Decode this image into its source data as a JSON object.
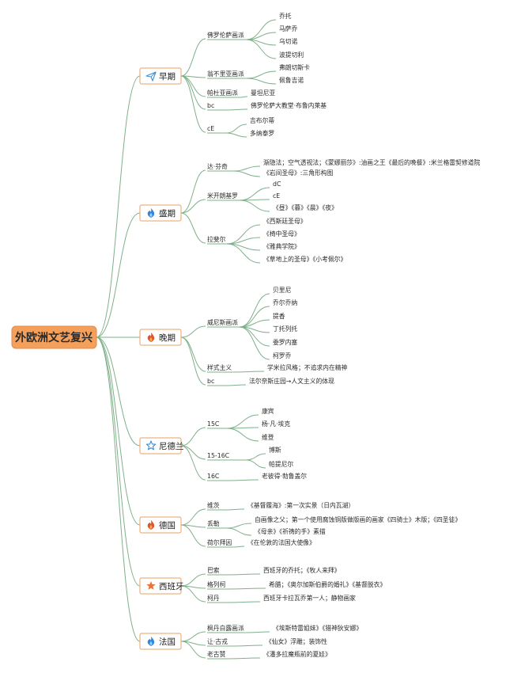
{
  "title": "外欧洲文艺复兴",
  "colors": {
    "root": "#f5a05a",
    "line": "#7fb08a",
    "accent": "#e8a066"
  },
  "categories": [
    {
      "label": "早期",
      "icon": "paper-plane-icon",
      "children": [
        {
          "label": "佛罗伦萨画派",
          "children": [
            "乔托",
            "马萨乔",
            "乌切诺",
            "波提切利"
          ]
        },
        {
          "label": "翁不里亚画派",
          "children": [
            "弗朗切斯卡",
            "佩鲁吉诺"
          ]
        },
        {
          "label": "帕杜亚画派",
          "children": [
            "曼坦尼亚"
          ]
        },
        {
          "label": "bc",
          "children": [
            "佛罗伦萨大教堂·布鲁内莱基"
          ]
        },
        {
          "label": "cE",
          "children": [
            "吉布尔蒂",
            "多纳泰罗"
          ]
        }
      ]
    },
    {
      "label": "盛期",
      "icon": "flame-icon",
      "children": [
        {
          "label": "达·芬奇",
          "children": [
            "渐隐法；空气透视法；《蒙娜丽莎》:油画之王《最后的晚餐》:米兰格雷契修道院",
            "《岩间圣母》:三角形构图"
          ]
        },
        {
          "label": "米开朗基罗",
          "children": [
            "dC",
            "cE",
            "《昼》《暮》《晨》《夜》"
          ]
        },
        {
          "label": "拉斐尔",
          "children": [
            "《西斯廷圣母》",
            "《椅中圣母》",
            "《雅典学院》",
            "《草地上的圣母》《小考佩尔》"
          ]
        }
      ]
    },
    {
      "label": "晚期",
      "icon": "fire-icon",
      "children": [
        {
          "label": "威尼斯画派",
          "children": [
            "贝里尼",
            "乔尔乔纳",
            "提香",
            "丁托列托",
            "委罗内塞",
            "柯罗乔"
          ]
        },
        {
          "label": "样式主义",
          "children": [
            "学米拉风格；不追求内在精神"
          ]
        },
        {
          "label": "bc",
          "children": [
            "法尔奈斯庄园→人文主义的体现"
          ]
        }
      ]
    },
    {
      "label": "尼德兰",
      "icon": "star-outline-icon",
      "children": [
        {
          "label": "15C",
          "children": [
            "康宾",
            "杨·凡·埃克",
            "维登"
          ]
        },
        {
          "label": "15-16C",
          "children": [
            "博斯",
            "帕提尼尔"
          ]
        },
        {
          "label": "16C",
          "children": [
            "老彼得·勃鲁盖尔"
          ]
        }
      ]
    },
    {
      "label": "德国",
      "icon": "fire-icon",
      "children": [
        {
          "label": "维茨",
          "children": [
            "《基督履海》:第一次实景（日内瓦湖）"
          ]
        },
        {
          "label": "丢勒",
          "children": [
            "自画像之父；第一个使用腐蚀铜版做版画的画家《四骑士》木版；《四圣徒》",
            "《母亲》《祈祷的手》素描"
          ]
        },
        {
          "label": "荷尔拜因",
          "children": [
            "《在伦敦的法国大使像》"
          ]
        }
      ]
    },
    {
      "label": "西班牙",
      "icon": "star-icon",
      "children": [
        {
          "label": "巴索",
          "children": [
            "西班牙的乔托；《牧人来拜》"
          ]
        },
        {
          "label": "格列柯",
          "children": [
            "希腊；《奥尔加斯伯爵的婚礼》《基督脱衣》"
          ]
        },
        {
          "label": "柯丹",
          "children": [
            "西班牙卡拉瓦乔第一人；静物画家"
          ]
        }
      ]
    },
    {
      "label": "法国",
      "icon": "flame-icon",
      "children": [
        {
          "label": "枫丹白露画派",
          "children": [
            "《埃斯特雷姐妹》《猎神狄安娜》"
          ]
        },
        {
          "label": "让·古戎",
          "children": [
            "《仙女》浮雕；装饰性"
          ]
        },
        {
          "label": "老古赞",
          "children": [
            "《潘多拉魔瓶前的夏娃》"
          ]
        }
      ]
    }
  ]
}
